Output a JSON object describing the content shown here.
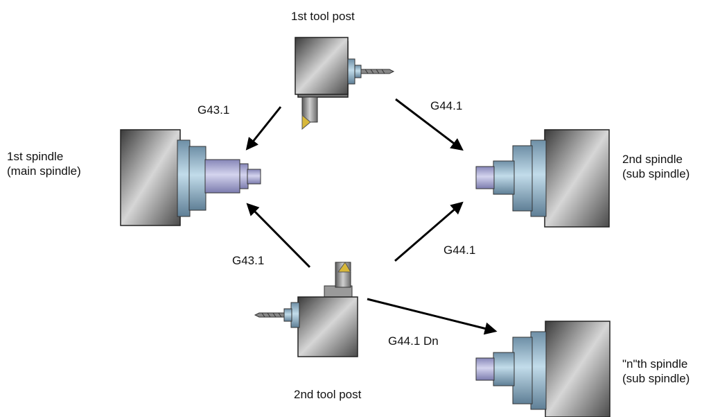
{
  "tool_posts": {
    "first": "1st tool post",
    "second": "2nd tool post"
  },
  "spindles": {
    "first": {
      "line1": "1st spindle",
      "line2": "(main spindle)"
    },
    "second": {
      "line1": "2nd spindle",
      "line2": "(sub spindle)"
    },
    "nth": {
      "line1": "\"n\"th spindle",
      "line2": "(sub spindle)"
    }
  },
  "commands": {
    "post1_to_spindle1": "G43.1",
    "post1_to_spindle2": "G44.1",
    "post2_to_spindle1": "G43.1",
    "post2_to_spindle2": "G44.1",
    "post2_to_spindle_n": "G44.1 Dn"
  },
  "colors": {
    "block_dark": "#3a3a3a",
    "block_light": "#d6d6d6",
    "collar_blue": "#a6c4d8",
    "shaft_lavender": "#b2b2d8",
    "arrow": "#000000",
    "insert_gold": "#d8b83a"
  }
}
